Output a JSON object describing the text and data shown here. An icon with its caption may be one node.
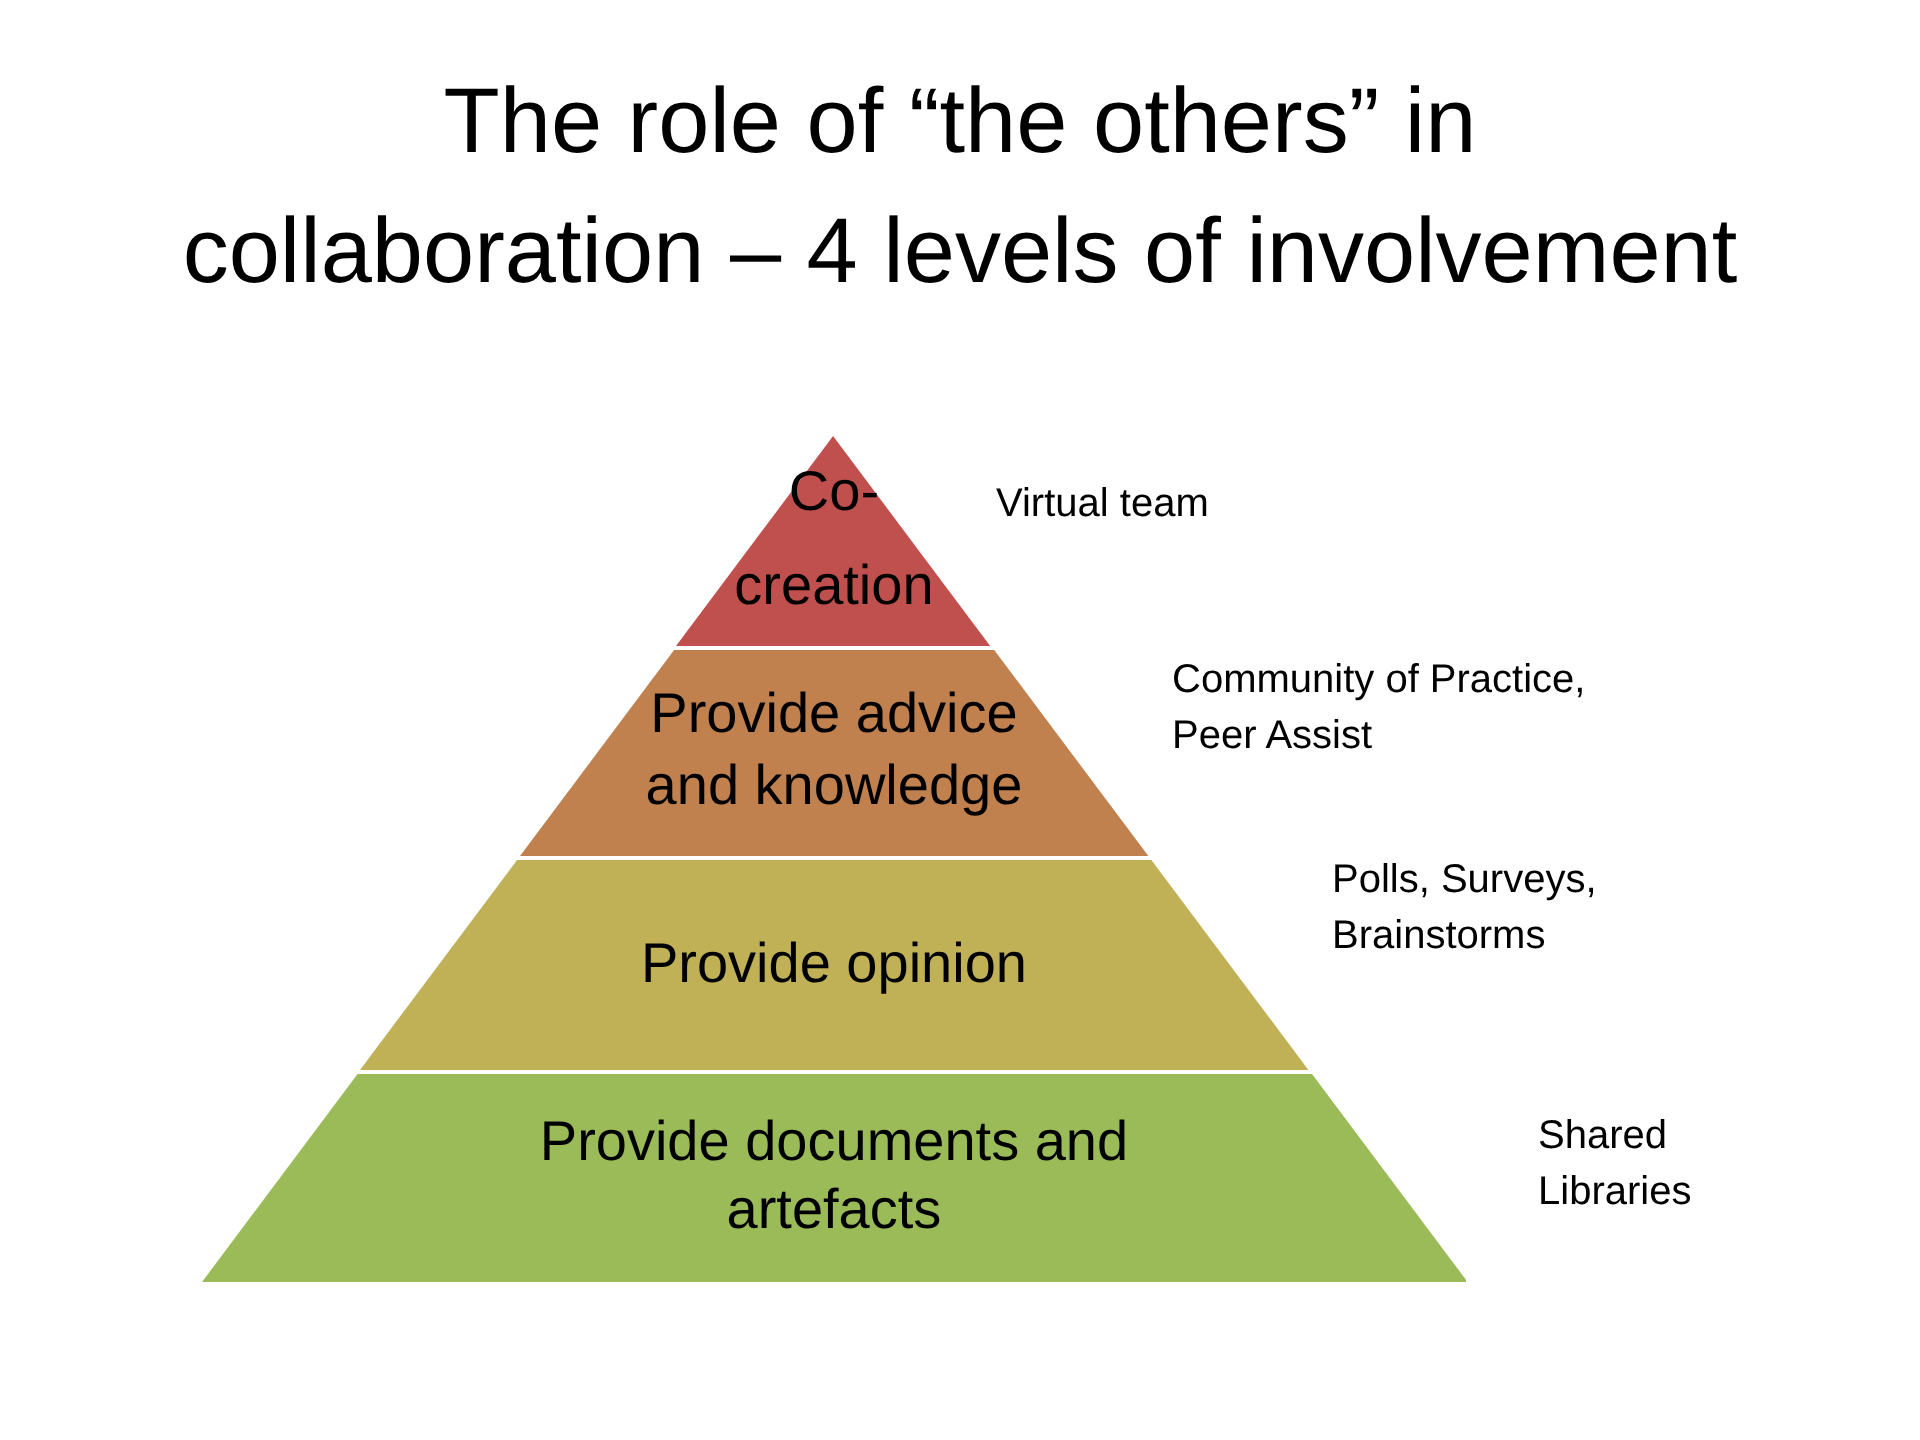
{
  "diagram": {
    "title": "The role of “the others” in collaboration – 4 levels of involvement",
    "nodes": [
      {
        "text": [
          "Co-creation"
        ],
        "beside": [
          "Virtual team"
        ]
      },
      {
        "text": [
          "Provide advice and knowledge"
        ],
        "beside": [
          "Community of Practice, Peer Assist"
        ]
      },
      {
        "text": [
          "Provide opinion"
        ],
        "beside": [
          "Polls, Surveys, Brainstorms"
        ]
      },
      {
        "text": [
          "Provide documents and artefacts"
        ],
        "beside": [
          "Shared Libraries"
        ]
      }
    ]
  }
}
